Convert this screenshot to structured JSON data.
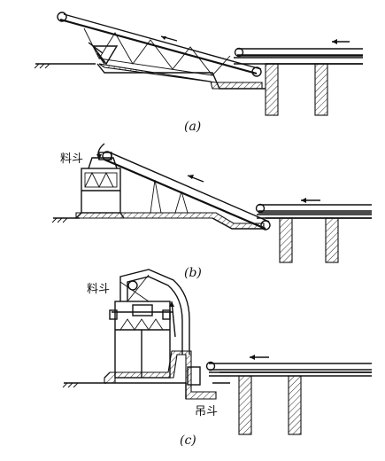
{
  "figures": [
    {
      "id": "a",
      "caption": "(a)",
      "labels": []
    },
    {
      "id": "b",
      "caption": "(b)",
      "labels": [
        "料斗"
      ]
    },
    {
      "id": "c",
      "caption": "(c)",
      "labels": [
        "料斗",
        "吊斗"
      ]
    }
  ],
  "colors": {
    "ink": "#111111",
    "background": "#ffffff"
  }
}
